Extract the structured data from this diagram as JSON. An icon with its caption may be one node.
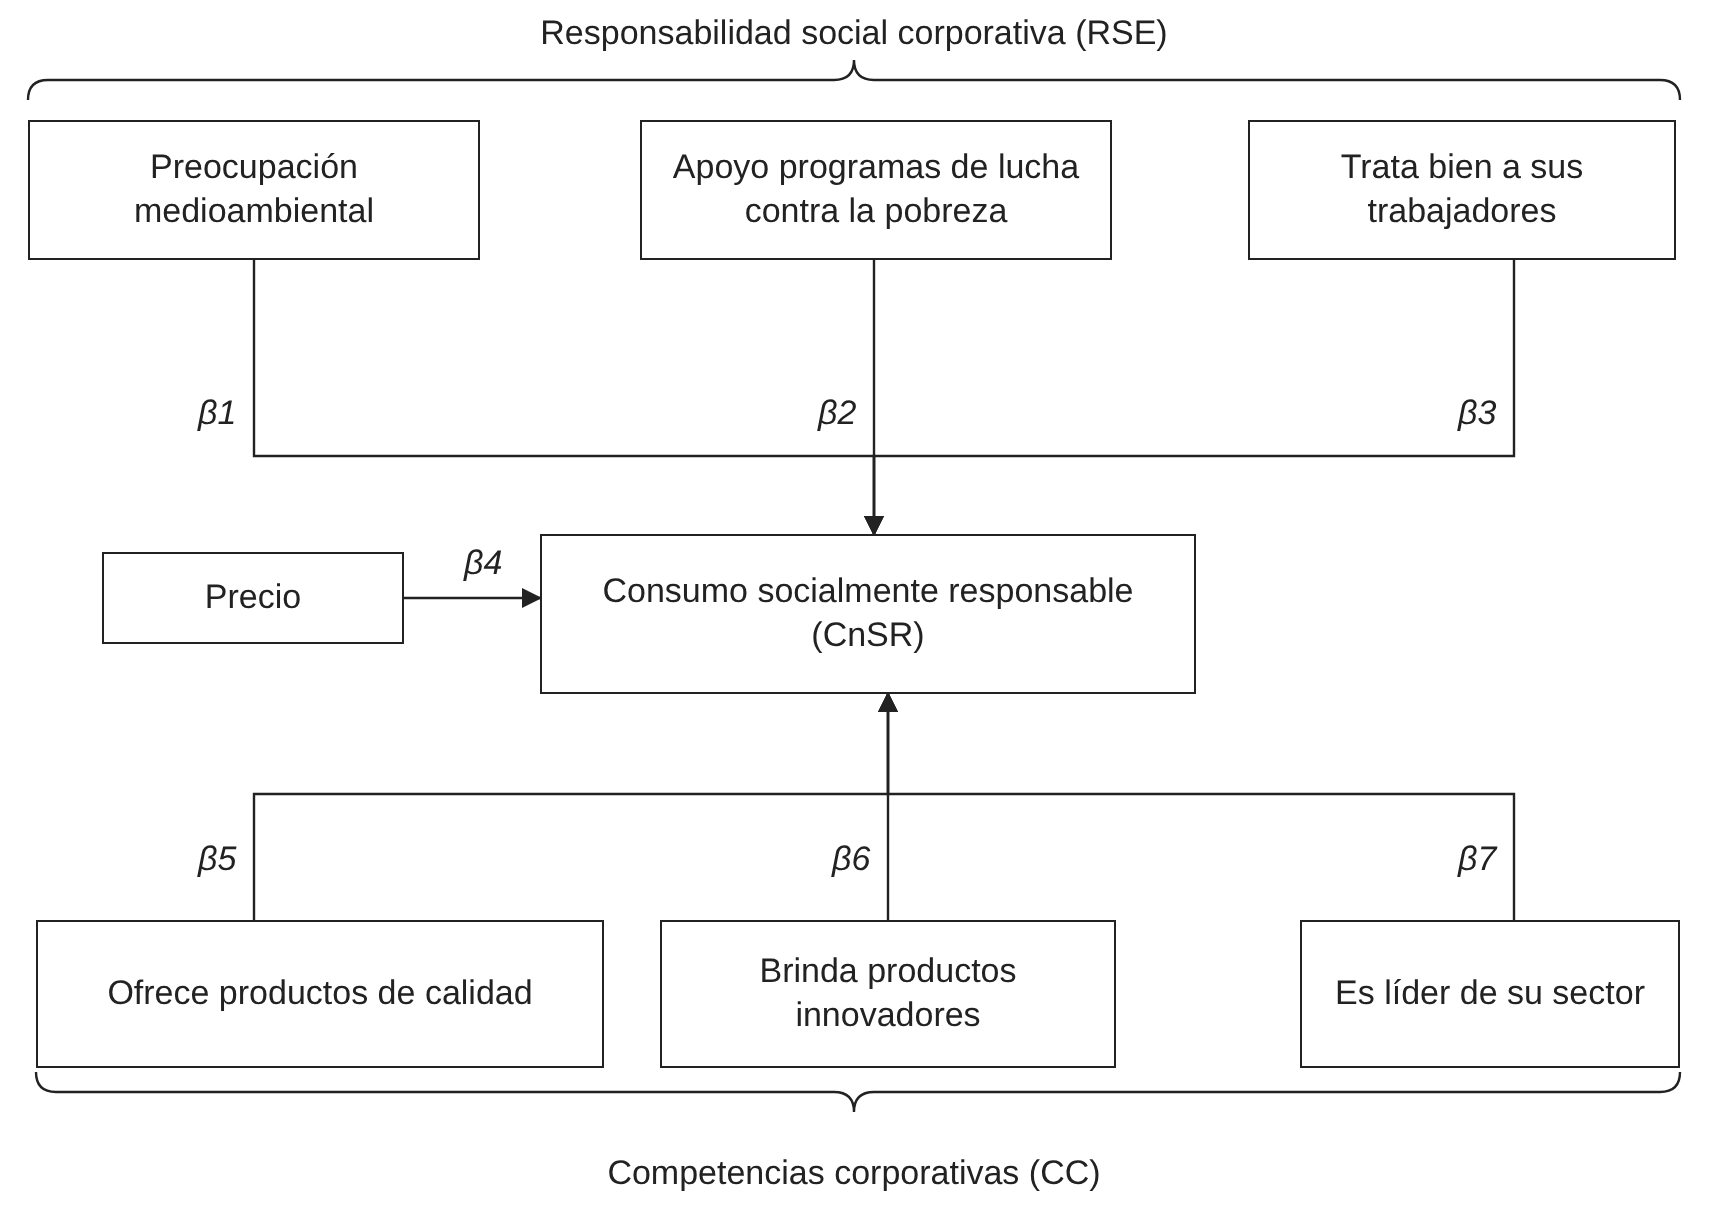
{
  "diagram": {
    "nodes": [
      {
        "text": [
          "Preocupación medioambiental"
        ]
      },
      {
        "text": [
          "Apoyo programas de lucha contra la pobreza"
        ]
      },
      {
        "text": [
          "Trata bien a sus trabajadores"
        ]
      },
      {
        "text": [
          "Precio"
        ]
      },
      {
        "text": [
          "Consumo socialmente responsable (CnSR)"
        ]
      },
      {
        "text": [
          "Ofrece productos de calidad"
        ]
      },
      {
        "text": [
          "Brinda productos innovadores"
        ]
      },
      {
        "text": [
          "Es líder de su sector"
        ]
      }
    ],
    "edges": [
      {
        "from": 0,
        "to": 4,
        "arrow": "to",
        "label": "β1"
      },
      {
        "from": 1,
        "to": 4,
        "arrow": "to",
        "label": "β2"
      },
      {
        "from": 2,
        "to": 4,
        "arrow": "to",
        "label": "β3"
      },
      {
        "from": 3,
        "to": 4,
        "arrow": "to",
        "label": "β4"
      },
      {
        "from": 5,
        "to": 4,
        "arrow": "to",
        "label": "β5"
      },
      {
        "from": 6,
        "to": 4,
        "arrow": "to",
        "label": "β6"
      },
      {
        "from": 7,
        "to": 4,
        "arrow": "to",
        "label": "β7"
      }
    ],
    "labels": [
      "Responsabilidad social corporativa (RSE)",
      "Competencias corporativas (CC)"
    ]
  }
}
